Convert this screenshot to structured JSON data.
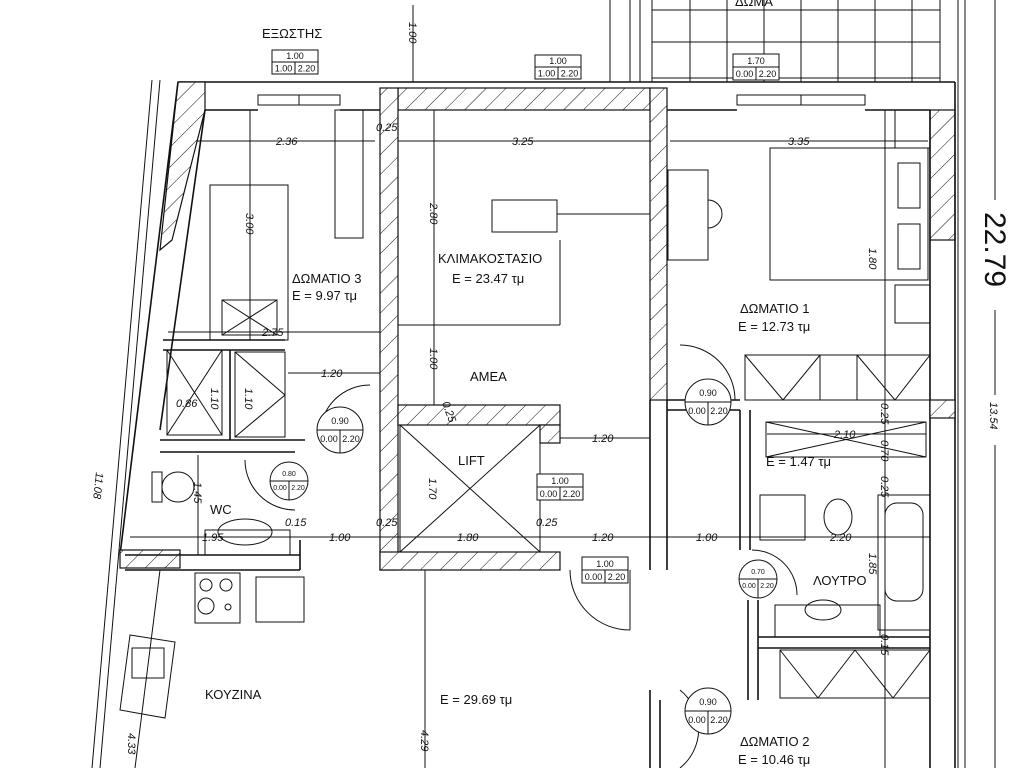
{
  "labels": {
    "balcony": "ΕΞΩΣΤΗΣ",
    "roof": "ΔΩΜΑ"
  },
  "rooms": {
    "room3": {
      "name": "ΔΩΜΑΤΙΟ 3",
      "area": "E = 9.97 τμ"
    },
    "stair": {
      "name": "ΚΛΙΜΑΚΟΣΤΑΣΙΟ",
      "area": "E = 23.47 τμ"
    },
    "room1": {
      "name": "ΔΩΜΑΤΙΟ 1",
      "area": "E = 12.73 τμ"
    },
    "amea": {
      "name": "ΑΜΕΑ"
    },
    "lift": {
      "name": "LIFT"
    },
    "storage": {
      "area": "E = 1.47  τμ"
    },
    "wc": {
      "name": "WC"
    },
    "bath": {
      "name": "ΛΟΥΤΡΟ"
    },
    "kitchen": {
      "name": "ΚΟΥΖΙΝΑ"
    },
    "living": {
      "area": "E = 29.69 τμ"
    },
    "room2": {
      "name": "ΔΩΜΑΤΙΟ 2",
      "area": "E = 10.46 τμ"
    }
  },
  "openings": [
    {
      "width": "1.00",
      "sill": "1.00",
      "height": "2.20"
    },
    {
      "width": "1.00",
      "sill": "1.00",
      "height": "2.20"
    },
    {
      "width": "1.70",
      "sill": "0.00",
      "height": "2.20"
    },
    {
      "width": "0.90",
      "sill": "0.00",
      "height": "2.20"
    },
    {
      "width": "0.80",
      "sill": "0.00",
      "height": "2.20"
    },
    {
      "width": "0.90",
      "sill": "0.00",
      "height": "2.20"
    },
    {
      "width": "1.00",
      "sill": "0.00",
      "height": "2.20"
    },
    {
      "width": "1.00",
      "sill": "0.00",
      "height": "2.20"
    },
    {
      "width": "0.70",
      "sill": "0.00",
      "height": "2.20"
    },
    {
      "width": "0.90",
      "sill": "0.00",
      "height": "2.20"
    }
  ],
  "dimensions": [
    "1.00",
    "2.36",
    "0.25",
    "3.25",
    "3.35",
    "3.00",
    "2.80",
    "2.75",
    "1.20",
    "1.00",
    "0.86",
    "1.10",
    "1.10",
    "0.25",
    "1.20",
    "1.70",
    "2.10",
    "0.25",
    "0.70",
    "0.25",
    "1.45",
    "0.15",
    "1.95",
    "1.00",
    "0.25",
    "1.80",
    "0.25",
    "1.20",
    "1.00",
    "2.20",
    "1.85",
    "0.15",
    "4.33",
    "4.29",
    "1.80"
  ],
  "overall": {
    "length": "22.79",
    "partial": "13.54",
    "side": "11.08"
  }
}
